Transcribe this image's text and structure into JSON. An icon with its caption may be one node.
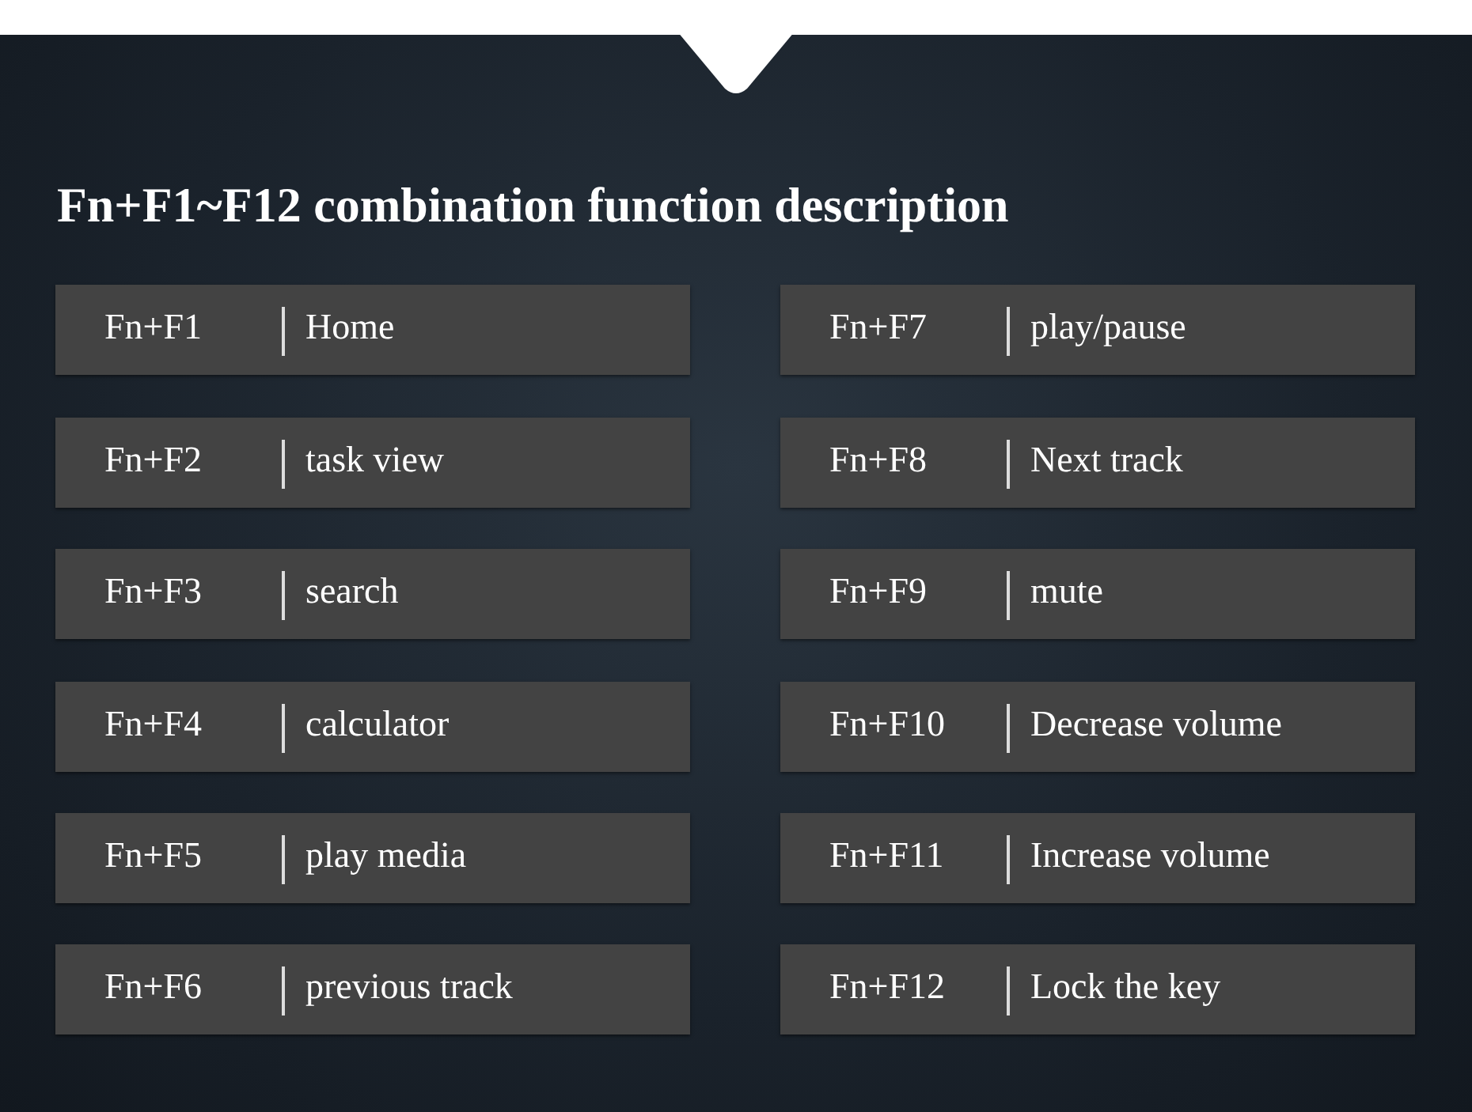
{
  "diagram": {
    "title": "Fn+F1~F12 combination function description",
    "nodes": [
      {
        "text": [
          "Fn+F1",
          "Home"
        ]
      },
      {
        "text": [
          "Fn+F7",
          "play/pause"
        ]
      },
      {
        "text": [
          "Fn+F2",
          "task view"
        ]
      },
      {
        "text": [
          "Fn+F8",
          "Next track"
        ]
      },
      {
        "text": [
          "Fn+F3",
          "search"
        ]
      },
      {
        "text": [
          "Fn+F9",
          "mute"
        ]
      },
      {
        "text": [
          "Fn+F4",
          "calculator"
        ]
      },
      {
        "text": [
          "Fn+F10",
          "Decrease volume"
        ]
      },
      {
        "text": [
          "Fn+F5",
          "play media"
        ]
      },
      {
        "text": [
          "Fn+F11",
          "Increase volume"
        ]
      },
      {
        "text": [
          "Fn+F6",
          "previous track"
        ]
      },
      {
        "text": [
          "Fn+F12",
          "Lock the key"
        ]
      }
    ]
  }
}
